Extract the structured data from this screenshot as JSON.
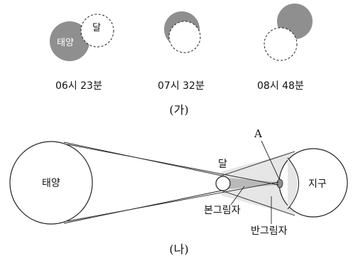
{
  "part_a": {
    "label": "(가)",
    "stage1": {
      "time": "06시 23분",
      "sun_label": "태양",
      "moon_label": "달"
    },
    "stage2": {
      "time": "07시 32분"
    },
    "stage3": {
      "time": "08시 48분"
    }
  },
  "part_b": {
    "label": "(나)",
    "sun": "태양",
    "moon": "달",
    "earth": "지구",
    "point": "A",
    "umbra": "본그림자",
    "penumbra": "반그림자"
  },
  "colors": {
    "sun_gray": "#8f8f8f",
    "penumbra_fill": "#e6e6e6",
    "umbra_fill": "#b9b9b9",
    "line": "#222222"
  }
}
